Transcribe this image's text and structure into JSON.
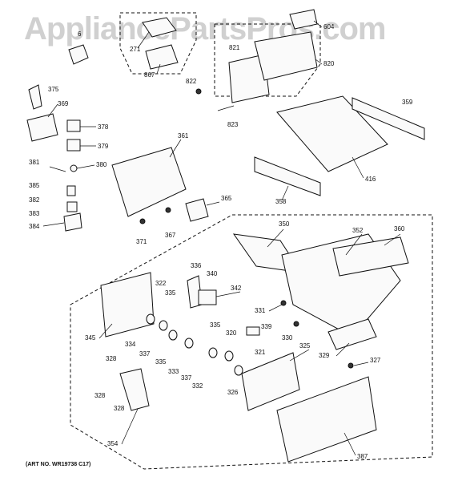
{
  "watermark": "AppliancePartsPros.com",
  "art_number": "(ART NO. WR19738 C17)",
  "callouts": [
    "6",
    "271",
    "867",
    "604",
    "821",
    "820",
    "822",
    "823",
    "375",
    "369",
    "378",
    "379",
    "381",
    "380",
    "385",
    "382",
    "383",
    "384",
    "361",
    "365",
    "371",
    "367",
    "359",
    "416",
    "358",
    "350",
    "352",
    "360",
    "336",
    "340",
    "342",
    "322",
    "335",
    "334",
    "337",
    "345",
    "333",
    "320",
    "339",
    "331",
    "330",
    "329",
    "327",
    "321",
    "325",
    "326",
    "332",
    "328",
    "354",
    "387"
  ],
  "colors": {
    "line": "#111111",
    "watermark": "#9a9a9a",
    "background": "#ffffff"
  }
}
